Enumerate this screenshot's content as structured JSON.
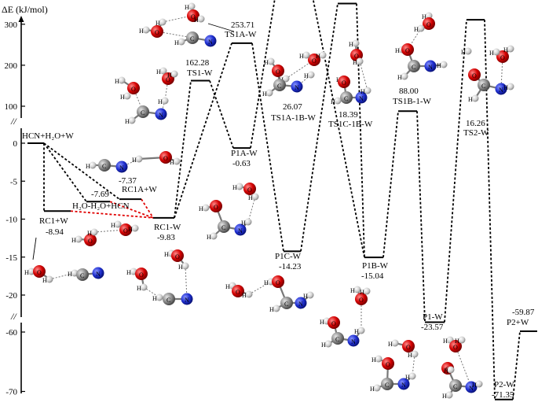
{
  "chart_data": {
    "type": "energy-profile",
    "ylabel": "ΔE (kJ/mol)",
    "y_axis_segments": [
      {
        "name": "upper",
        "ticks": [
          300,
          200,
          100
        ]
      },
      {
        "name": "middle",
        "ticks": [
          0,
          -5,
          -10,
          -15,
          -20
        ]
      },
      {
        "name": "lower",
        "ticks": [
          -60,
          -70
        ]
      }
    ],
    "axis_break_marks": [
      "//",
      "//"
    ],
    "levels": [
      {
        "id": "HCN",
        "label": "HCN+H₂O+W",
        "value": 0,
        "value_text": ""
      },
      {
        "id": "RC1A",
        "label": "RC1A+W",
        "value": -7.37,
        "value_text": "-7.37"
      },
      {
        "id": "H2O2HCN",
        "label": "H₂O-H₂O+HCN",
        "value": -7.69,
        "value_text": "-7.69"
      },
      {
        "id": "RC1pW",
        "label": "RC1+W",
        "value": -8.94,
        "value_text": "-8.94"
      },
      {
        "id": "RC1W",
        "label": "RC1-W",
        "value": -9.83,
        "value_text": "-9.83"
      },
      {
        "id": "TS1W",
        "label": "TS1-W",
        "value": 162.28,
        "value_text": "162.28"
      },
      {
        "id": "TS1AW",
        "label": "TS1A-W",
        "value": 253.71,
        "value_text": "253.71"
      },
      {
        "id": "P1AW",
        "label": "P1A-W",
        "value": -0.63,
        "value_text": "-0.63"
      },
      {
        "id": "TS1A1B",
        "label": "TS1A-1B-W",
        "value": 26.07,
        "value_text": "26.07"
      },
      {
        "id": "P1CW",
        "label": "P1C-W",
        "value": -14.23,
        "value_text": "-14.23"
      },
      {
        "id": "TS1C1B",
        "label": "TS1C-1B-W",
        "value": 18.39,
        "value_text": "18.39"
      },
      {
        "id": "P1BW",
        "label": "P1B-W",
        "value": -15.04,
        "value_text": "-15.04"
      },
      {
        "id": "TS1B1W",
        "label": "TS1B-1-W",
        "value": 88.0,
        "value_text": "88.00"
      },
      {
        "id": "P1W",
        "label": "P1-W",
        "value": -23.57,
        "value_text": "-23.57"
      },
      {
        "id": "TS2W",
        "label": "TS2-W",
        "value": 16.26,
        "value_text": "16.26"
      },
      {
        "id": "P2W",
        "label": "P2-W",
        "value": -71.35,
        "value_text": "-71.35"
      },
      {
        "id": "P2pW",
        "label": "P2+W",
        "value": -59.87,
        "value_text": "-59.87"
      }
    ],
    "connections": [
      {
        "from": "HCN",
        "to": "RC1A",
        "color": "#000000"
      },
      {
        "from": "HCN",
        "to": "H2O2HCN",
        "color": "#000000"
      },
      {
        "from": "HCN",
        "to": "RC1pW",
        "color": "#000000"
      },
      {
        "from": "RC1A",
        "to": "RC1W",
        "color": "#e00000"
      },
      {
        "from": "H2O2HCN",
        "to": "RC1W",
        "color": "#e00000"
      },
      {
        "from": "RC1pW",
        "to": "RC1W",
        "color": "#e00000"
      },
      {
        "from": "RC1W",
        "to": "TS1W",
        "color": "#000000"
      },
      {
        "from": "RC1W",
        "to": "TS1AW",
        "color": "#000000"
      },
      {
        "from": "TS1W",
        "to": "P1AW",
        "color": "#000000"
      },
      {
        "from": "TS1AW",
        "to": "P1CW",
        "color": "#000000"
      },
      {
        "from": "P1AW",
        "to": "TS1A1B",
        "color": "#000000"
      },
      {
        "from": "TS1A1B",
        "to": "P1BW",
        "color": "#000000"
      },
      {
        "from": "P1CW",
        "to": "TS1C1B",
        "color": "#000000"
      },
      {
        "from": "TS1C1B",
        "to": "P1BW",
        "color": "#000000"
      },
      {
        "from": "P1BW",
        "to": "TS1B1W",
        "color": "#000000"
      },
      {
        "from": "TS1B1W",
        "to": "P1W",
        "color": "#000000"
      },
      {
        "from": "P1W",
        "to": "TS2W",
        "color": "#000000"
      },
      {
        "from": "TS2W",
        "to": "P2W",
        "color": "#000000"
      },
      {
        "from": "P2W",
        "to": "P2pW",
        "color": "#000000"
      }
    ],
    "atom_colors": {
      "O": "#d40000",
      "C": "#8a8a8a",
      "N": "#1f2fd0",
      "H": "#d8d8d8"
    },
    "atom_letters": {
      "O": "O",
      "C": "C",
      "N": "N",
      "H": "H"
    }
  }
}
